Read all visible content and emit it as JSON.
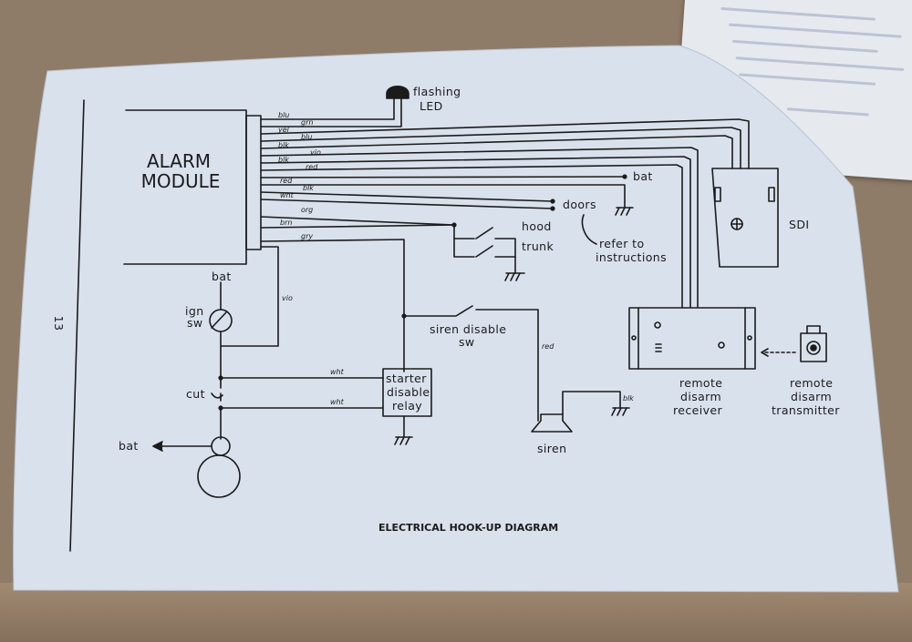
{
  "page_number": "13",
  "module": {
    "line1": "ALARM",
    "line2": "MODULE"
  },
  "led": {
    "line1": "flashing",
    "line2": "LED"
  },
  "wire_colors": {
    "blu": "blu",
    "grn": "grn",
    "yel": "yel",
    "blu2": "blu",
    "blk": "blk",
    "vio": "vio",
    "blk2": "blk",
    "red": "red",
    "red2": "red",
    "blk3": "blk",
    "wht": "wht",
    "org": "org",
    "brn": "brn",
    "gry": "gry",
    "vio_ign": "vio",
    "red_siren": "red",
    "blk_siren": "blk",
    "wht1": "wht",
    "wht2": "wht"
  },
  "labels": {
    "bat_top": "bat",
    "doors": "doors",
    "hood": "hood",
    "trunk": "trunk",
    "refer_line1": "refer to",
    "refer_line2": "instructions",
    "sdi": "SDI",
    "bat_ign": "bat",
    "ign_line1": "ign",
    "ign_line2": "sw",
    "siren_disable_line1": "siren disable",
    "siren_disable_line2": "sw",
    "starter_line1": "starter",
    "starter_line2": "disable",
    "starter_line3": "relay",
    "cut": "cut",
    "bat_left": "bat",
    "siren": "siren",
    "receiver_line1": "remote",
    "receiver_line2": "disarm",
    "receiver_line3": "receiver",
    "transmitter_line1": "remote",
    "transmitter_line2": "disarm",
    "transmitter_line3": "transmitter"
  },
  "title": "ELECTRICAL HOOK-UP DIAGRAM",
  "colors": {
    "paper": "#d9e1ec",
    "ink": "#1b1b1b",
    "background": "#8f7c68"
  }
}
